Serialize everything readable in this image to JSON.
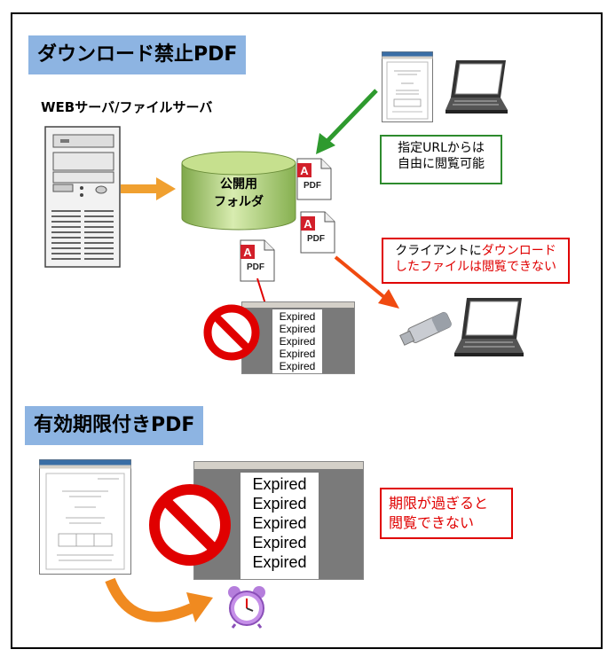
{
  "section1": {
    "title": "ダウンロード禁止PDF",
    "server_label": "WEBサーバ/ファイルサーバ",
    "folder_line1": "公開用",
    "folder_line2": "フォルダ",
    "pdf_label": "PDF",
    "callout_green_line1": "指定URLからは",
    "callout_green_line2": "自由に閲覧可能",
    "callout_red_line1_a": "クライアントに",
    "callout_red_line1_b": "ダウンロード",
    "callout_red_line2": "したファイルは閲覧できない",
    "expired_lines": [
      "Expired",
      "Expired",
      "Expired",
      "Expired",
      "Expired"
    ]
  },
  "section2": {
    "title": "有効期限付きPDF",
    "expired_lines": [
      "Expired",
      "Expired",
      "Expired",
      "Expired",
      "Expired"
    ],
    "callout_line1": "期限が過ぎると",
    "callout_line2": "閲覧できない"
  },
  "colors": {
    "banner": "#8db4e2",
    "green": "#2e8b2e",
    "red": "#e00000",
    "orange": "#f0a030"
  }
}
